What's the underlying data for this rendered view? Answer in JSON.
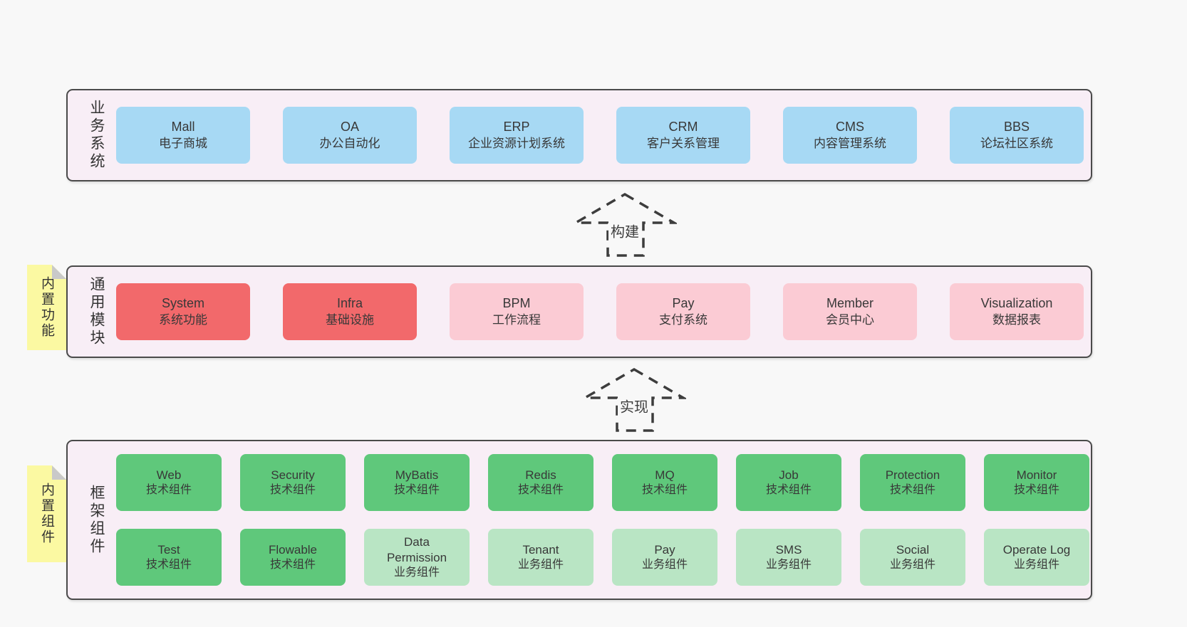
{
  "colors": {
    "page_bg": "#f8f8f8",
    "container_bg": "#f8eef6",
    "border": "#4a4a4a",
    "blue": "#a7d9f4",
    "red": "#f2696b",
    "pink": "#fbcbd4",
    "green_dark": "#5fc87b",
    "green_light": "#b9e5c4",
    "sticky_yellow": "#fbf9a2",
    "fold_gray": "#c9c9c9"
  },
  "arrows": [
    {
      "label": "构建"
    },
    {
      "label": "实现"
    }
  ],
  "layers": [
    {
      "label": "业务系统",
      "boxes": [
        {
          "name": "Mall",
          "desc": "电子商城",
          "type": "blue"
        },
        {
          "name": "OA",
          "desc": "办公自动化",
          "type": "blue"
        },
        {
          "name": "ERP",
          "desc": "企业资源计划系统",
          "type": "blue"
        },
        {
          "name": "CRM",
          "desc": "客户关系管理",
          "type": "blue"
        },
        {
          "name": "CMS",
          "desc": "内容管理系统",
          "type": "blue"
        },
        {
          "name": "BBS",
          "desc": "论坛社区系统",
          "type": "blue"
        }
      ]
    },
    {
      "label": "通用模块",
      "sticky": "内置功能",
      "boxes": [
        {
          "name": "System",
          "desc": "系统功能",
          "type": "red"
        },
        {
          "name": "Infra",
          "desc": "基础设施",
          "type": "red"
        },
        {
          "name": "BPM",
          "desc": "工作流程",
          "type": "pink"
        },
        {
          "name": "Pay",
          "desc": "支付系统",
          "type": "pink"
        },
        {
          "name": "Member",
          "desc": "会员中心",
          "type": "pink"
        },
        {
          "name": "Visualization",
          "desc": "数据报表",
          "type": "pink"
        }
      ]
    },
    {
      "label": "框架组件",
      "sticky": "内置组件",
      "rows": [
        [
          {
            "name": "Web",
            "desc": "技术组件",
            "type": "green-dark"
          },
          {
            "name": "Security",
            "desc": "技术组件",
            "type": "green-dark"
          },
          {
            "name": "MyBatis",
            "desc": "技术组件",
            "type": "green-dark"
          },
          {
            "name": "Redis",
            "desc": "技术组件",
            "type": "green-dark"
          },
          {
            "name": "MQ",
            "desc": "技术组件",
            "type": "green-dark"
          },
          {
            "name": "Job",
            "desc": "技术组件",
            "type": "green-dark"
          },
          {
            "name": "Protection",
            "desc": "技术组件",
            "type": "green-dark"
          },
          {
            "name": "Monitor",
            "desc": "技术组件",
            "type": "green-dark"
          }
        ],
        [
          {
            "name": "Test",
            "desc": "技术组件",
            "type": "green-dark"
          },
          {
            "name": "Flowable",
            "desc": "技术组件",
            "type": "green-dark"
          },
          {
            "name": "Data Permission",
            "desc": "业务组件",
            "type": "green-light"
          },
          {
            "name": "Tenant",
            "desc": "业务组件",
            "type": "green-light"
          },
          {
            "name": "Pay",
            "desc": "业务组件",
            "type": "green-light"
          },
          {
            "name": "SMS",
            "desc": "业务组件",
            "type": "green-light"
          },
          {
            "name": "Social",
            "desc": "业务组件",
            "type": "green-light"
          },
          {
            "name": "Operate Log",
            "desc": "业务组件",
            "type": "green-light"
          }
        ]
      ]
    }
  ]
}
